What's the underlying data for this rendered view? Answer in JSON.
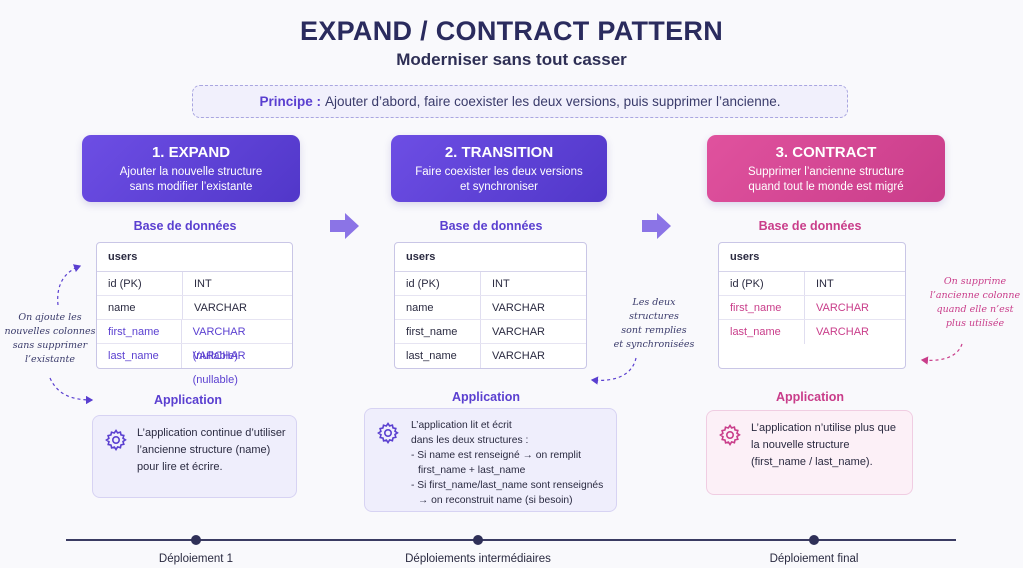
{
  "title": "EXPAND / CONTRACT PATTERN",
  "subtitle": "Moderniser sans tout casser",
  "principle": {
    "label": "Principe :",
    "text": "Ajouter d’abord, faire coexister les deux versions, puis supprimer l’ancienne."
  },
  "phases": [
    {
      "title": "1. EXPAND",
      "desc_line1": "Ajouter la nouvelle structure",
      "desc_line2": "sans modifier l’existante",
      "color": "#5a3fd0"
    },
    {
      "title": "2. TRANSITION",
      "desc_line1": "Faire coexister les deux versions",
      "desc_line2": "et synchroniser",
      "color": "#5a3fd0"
    },
    {
      "title": "3. CONTRACT",
      "desc_line1": "Supprimer l’ancienne structure",
      "desc_line2": "quand tout le monde est migré",
      "color": "#c93d8a"
    }
  ],
  "db_label": "Base de données",
  "app_label": "Application",
  "tables": [
    {
      "name": "users",
      "rows": [
        {
          "col": "id (PK)",
          "type": "INT"
        },
        {
          "col": "name",
          "type": "VARCHAR"
        },
        {
          "col": "first_name",
          "type": "VARCHAR (nullable)"
        },
        {
          "col": "last_name",
          "type": "VARCHAR (nullable)"
        }
      ]
    },
    {
      "name": "users",
      "rows": [
        {
          "col": "id (PK)",
          "type": "INT"
        },
        {
          "col": "name",
          "type": "VARCHAR"
        },
        {
          "col": "first_name",
          "type": "VARCHAR"
        },
        {
          "col": "last_name",
          "type": "VARCHAR"
        }
      ]
    },
    {
      "name": "users",
      "rows": [
        {
          "col": "id (PK)",
          "type": "INT"
        },
        {
          "col": "first_name",
          "type": "VARCHAR"
        },
        {
          "col": "last_name",
          "type": "VARCHAR"
        }
      ]
    }
  ],
  "apps": [
    {
      "lines": [
        "L’application continue d’utiliser",
        "l’ancienne structure (name)",
        "pour lire et écrire."
      ]
    },
    {
      "lines": [
        "L’application lit et écrit",
        "dans les deux structures :",
        "- Si name est renseigné → on remplit",
        "first_name + last_name",
        "- Si first_name/last_name sont renseignés",
        "→ on reconstruit name (si besoin)"
      ]
    },
    {
      "lines": [
        "L’application n’utilise plus que",
        "la nouvelle structure",
        "(first_name / last_name)."
      ]
    }
  ],
  "notes": [
    {
      "lines": [
        "On ajoute les",
        "nouvelles colonnes",
        "sans supprimer",
        "l’existante"
      ]
    },
    {
      "lines": [
        "Les deux",
        "structures",
        "sont remplies",
        "et synchronisées"
      ]
    },
    {
      "lines": [
        "On supprime",
        "l’ancienne colonne",
        "quand elle n’est",
        "plus utilisée"
      ]
    }
  ],
  "timeline": [
    "Déploiement 1",
    "Déploiements intermédiaires",
    "Déploiement final"
  ],
  "colors": {
    "purple": "#5a3fd0",
    "pink": "#c93d8a",
    "navy": "#2a2b5e"
  }
}
